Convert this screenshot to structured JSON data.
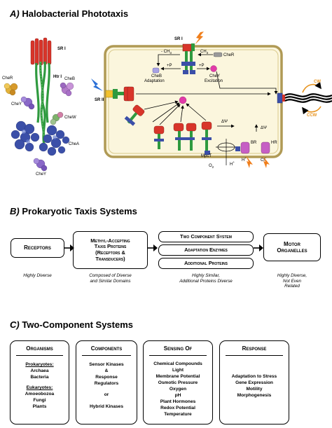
{
  "sectionA": {
    "title_letter": "A)",
    "title": "Halobacterial Phototaxis",
    "structure_labels": {
      "sri": "SR I",
      "htri": "Htr I",
      "cher": "CheR",
      "cheb": "CheB",
      "chey_top": "CheY",
      "chew": "CheW",
      "chea": "CheA",
      "chey_bottom": "CheY"
    },
    "cell_labels": {
      "sri": "SR I",
      "srii": "SR II",
      "ch3_left": "- CH",
      "ch3_left_sub": "3",
      "ch3_right": "CH",
      "ch3_right_sub": "3",
      "plus_p_left": "+P",
      "plus_p_right": "+P",
      "cher": "CheR",
      "cheb": "CheB",
      "adaptation": "Adaptation",
      "chey": "CheY",
      "excitation": "Excitation",
      "mpcy": "MpcT",
      "delta_psi_top": "ΔΨ",
      "delta_psi_right": "ΔΨ",
      "br": "BR",
      "hr": "HR",
      "hplus_1": "H",
      "hplus_2": "H",
      "cl": "Cl",
      "o2": "O",
      "cw": "CW",
      "ccw": "CCW"
    }
  },
  "sectionB": {
    "title_letter": "B)",
    "title": "Prokaryotic Taxis Systems",
    "boxes": {
      "receptors": "Receptors",
      "mcp": [
        "Methyl-Accepting",
        "Taxis Proteins",
        "(Receptors &",
        "Transducers)"
      ],
      "two_component": "Two Component System",
      "adaptation": "Adaptation Enzymes",
      "additional": "Additional Proteins",
      "motor": [
        "Motor",
        "Organelles"
      ]
    },
    "captions": {
      "receptors": [
        "Highly Diverse"
      ],
      "mcp": [
        "Composed of Diverse",
        "and Similar Domains"
      ],
      "middle": [
        "Highly Similar,",
        "Additional Proteins Diverse"
      ],
      "motor": [
        "Highly Diverse,",
        "Not Even",
        "Related"
      ]
    }
  },
  "sectionC": {
    "title_letter": "C)",
    "title": "Two-Component Systems",
    "organisms": {
      "heading": "Organisms",
      "prok_heading": "Prokaryotes:",
      "prok_items": [
        "Archaea",
        "Bacteria"
      ],
      "euk_heading": "Eukaryotes:",
      "euk_items": [
        "Amoeobozoa",
        "Fungi",
        "Plants"
      ]
    },
    "components": {
      "heading": "Components",
      "items": [
        "Sensor Kinases",
        "&",
        "Response",
        "Regulators",
        "",
        "or",
        "",
        "Hybrid Kinases"
      ]
    },
    "sensing": {
      "heading": "Sensing Of",
      "items": [
        "Chemical Compounds",
        "Light",
        "Membrane Potential",
        "Osmotic  Pressure",
        "Oxygen",
        "pH",
        "Plant Hormones",
        "Redox Potential",
        "Temperature"
      ]
    },
    "response": {
      "heading": "Response",
      "items": [
        "Adaptation to Stress",
        "Gene Expression",
        "Motility",
        "Morphogenesis"
      ]
    }
  },
  "colors": {
    "membrane_fill": "#fbf6dd",
    "membrane_edge": "#b09a55",
    "receptor_red": "#d8352a",
    "transducer_green": "#2f9a3f",
    "kinase_blue": "#3b4fa8",
    "chey_magenta": "#e23aa8",
    "cher_gray": "#9a9a9a",
    "cheb_lavender": "#a7a2e4",
    "light_blue": "#2a6fd6",
    "light_orange": "#f07f1c",
    "flagella_orange": "#e7931e"
  }
}
